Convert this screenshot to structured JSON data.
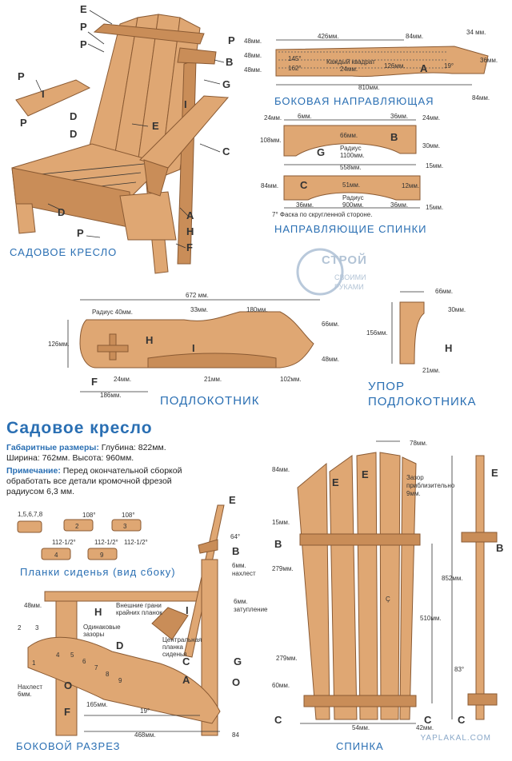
{
  "captions": {
    "garden_chair": "САДОВОЕ КРЕСЛО",
    "side_guide": "БОКОВАЯ НАПРАВЛЯЮЩАЯ",
    "back_guides": "НАПРАВЛЯЮЩИЕ СПИНКИ",
    "armrest": "ПОДЛОКОТНИК",
    "armrest_support_1": "УПОР",
    "armrest_support_2": "ПОДЛОКОТНИКА",
    "seat_slats": "Планки сиденья (вид сбоку)",
    "side_section": "БОКОВОЙ РАЗРЕЗ",
    "back": "СПИНКА"
  },
  "title": "Садовое кресло",
  "notes": {
    "dims_label": "Габаритные размеры:",
    "dims_text": " Глубина: 822мм. Ширина: 762мм. Высота: 960мм.",
    "note_label": "Примечание:",
    "note_text": " Перед окончательной сборкой обработать все детали кромочной фрезой радиусом 6,3 мм."
  },
  "logo": {
    "brand": "СТРОЙ",
    "line2": "СВОИМИ",
    "line3": "РУКАМИ"
  },
  "watermark": "YAPLAKAL.COM",
  "side_guide": {
    "d426": "426мм.",
    "d84a": "84мм.",
    "d34": "34 мм.",
    "d48a": "48мм.",
    "d48b": "48мм.",
    "d48c": "48мм.",
    "a145": "145°",
    "a162": "162°",
    "square": "Каждый квадрат",
    "square2": "24мм.",
    "d126": "126мм.",
    "a19": "19°",
    "d36": "36мм.",
    "d810": "810мм.",
    "d84b": "84мм.",
    "letter": "A"
  },
  "back_guides": {
    "d24a": "24мм.",
    "d6": "6мм.",
    "d66": "66мм.",
    "d36a": "36мм.",
    "d24b": "24мм.",
    "d108": "108мм.",
    "radius1": "Радиус",
    "radius1v": "1100мм.",
    "d30": "30мм.",
    "d558": "558мм.",
    "d15a": "15мм.",
    "d84": "84мм.",
    "d51": "51мм.",
    "d12": "12мм.",
    "radius2": "Радиус",
    "radius2v": "900мм.",
    "d36b": "36мм.",
    "d36c": "36мм.",
    "d15b": "15мм.",
    "chamfer": "7° Фаска по скругленной стороне.",
    "letterG": "G",
    "letterB": "B",
    "letterC": "C"
  },
  "armrest": {
    "d672": "672 мм.",
    "radius": "Радиус 40мм.",
    "d33": "33мм.",
    "d180": "180мм.",
    "d66": "66мм.",
    "d126": "126мм.",
    "d48": "48мм.",
    "d24": "24мм.",
    "d21": "21мм.",
    "d102": "102мм.",
    "d186": "186мм.",
    "letterH": "H",
    "letterI": "I",
    "letterF": "F"
  },
  "support": {
    "d66": "66мм.",
    "d30": "30мм.",
    "d156": "156мм.",
    "d21": "21мм.",
    "letter": "H"
  },
  "slats": {
    "s1": "1,5,6,7,8",
    "s2": "2",
    "s3": "3",
    "s4": "4",
    "s9": "9",
    "a108a": "108°",
    "a108b": "108°",
    "a112a": "112-1/2°",
    "a112b": "112-1/2°",
    "a112c": "112-1/2°"
  },
  "section": {
    "letterE": "E",
    "a64": "64°",
    "letterB": "B",
    "overlap": "6мм.",
    "overlap2": "нахлест",
    "d48": "48мм.",
    "letterH": "H",
    "outer1": "Внешние грани",
    "outer2": "крайних планок",
    "flush": "6мм.",
    "flush2": "затупление",
    "letterI": "I",
    "same1": "Одинаковые",
    "same2": "зазоры",
    "letterD": "D",
    "center1": "Центральная",
    "center2": "планка",
    "center3": "сиденья",
    "letterC": "C",
    "letterG": "G",
    "letterA": "A",
    "letterO1": "O",
    "letterO2": "O",
    "letterF": "F",
    "n2": "2",
    "n3": "3",
    "n4": "4",
    "n5": "5",
    "n6": "6",
    "n7": "7",
    "n8": "8",
    "n9": "9",
    "n1": "1",
    "nah1": "Нахлест",
    "nah2": "6мм.",
    "d165": "165мм.",
    "a19": "19°",
    "d468": "468мм.",
    "d84": "84"
  },
  "back": {
    "d78": "78мм.",
    "d84": "84мм.",
    "gap1": "Зазор",
    "gap2": "приблизительно",
    "gap3": "9мм.",
    "d15": "15мм.",
    "d279a": "279мм.",
    "d852": "852мм.",
    "d510": "510мм.",
    "d279b": "279мм.",
    "d60": "60мм.",
    "d54": "54мм.",
    "d42": "42мм.",
    "a83": "83°",
    "cl": "Ç",
    "letterE1": "E",
    "letterE2": "E",
    "letterE3": "E",
    "letterB1": "B",
    "letterB2": "B",
    "letterC1": "C",
    "letterC2": "C",
    "letterC3": "C"
  },
  "chair_iso": {
    "E": "E",
    "P1": "P",
    "P2": "P",
    "P3": "P",
    "P4": "P",
    "P5": "P",
    "P6": "P",
    "I1": "I",
    "I2": "I",
    "D1": "D",
    "D2": "D",
    "B": "B",
    "G": "G",
    "C": "C",
    "A": "A",
    "H": "H",
    "F": "F"
  }
}
